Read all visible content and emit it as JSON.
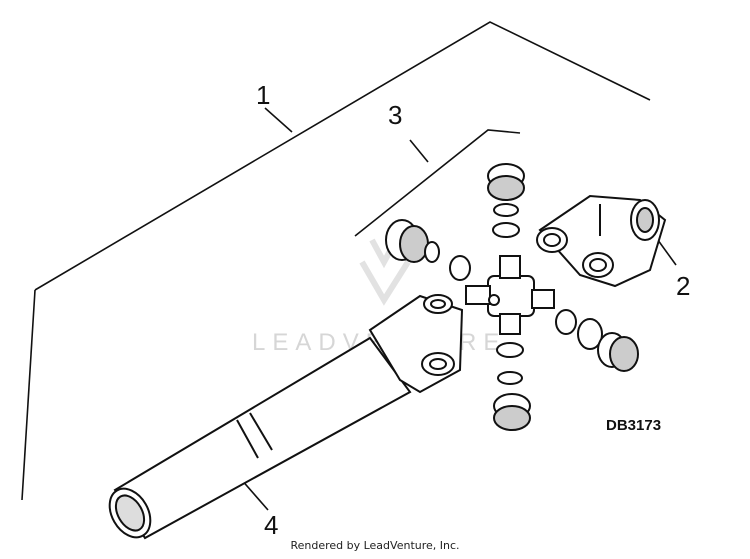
{
  "callouts": [
    "1",
    "2",
    "3",
    "4"
  ],
  "diagram_code": "DB3173",
  "watermark": "LEADVENTURE",
  "footer": "Rendered by LeadVenture, Inc."
}
